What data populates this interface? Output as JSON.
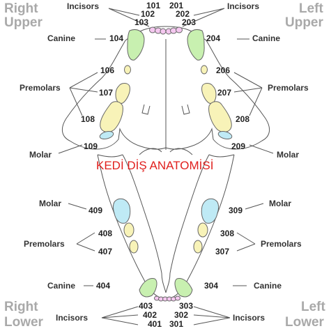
{
  "title": "KEDİ DİŞ ANATOMİSİ",
  "quadrants": {
    "right_upper": [
      "Right",
      "Upper"
    ],
    "left_upper": [
      "Left",
      "Upper"
    ],
    "right_lower": [
      "Right",
      "Lower"
    ],
    "left_lower": [
      "Left",
      "Lower"
    ]
  },
  "labels": {
    "incisors": "Incisors",
    "canine": "Canine",
    "premolars": "Premolars",
    "molar": "Molar"
  },
  "teeth": {
    "t101": "101",
    "t102": "102",
    "t103": "103",
    "t104": "104",
    "t106": "106",
    "t107": "107",
    "t108": "108",
    "t109": "109",
    "t201": "201",
    "t202": "202",
    "t203": "203",
    "t204": "204",
    "t206": "206",
    "t207": "207",
    "t208": "208",
    "t209": "209",
    "t301": "301",
    "t302": "302",
    "t303": "303",
    "t304": "304",
    "t307": "307",
    "t308": "308",
    "t309": "309",
    "t401": "401",
    "t402": "402",
    "t403": "403",
    "t404": "404",
    "t407": "407",
    "t408": "408",
    "t409": "409"
  },
  "colors": {
    "incisor": "#f5c8f0",
    "canine": "#c8f0b0",
    "premolar": "#f8f3b8",
    "molar": "#bfeaf5",
    "quadrant_text": "#a9a9a9",
    "title_text": "#e0201e"
  }
}
